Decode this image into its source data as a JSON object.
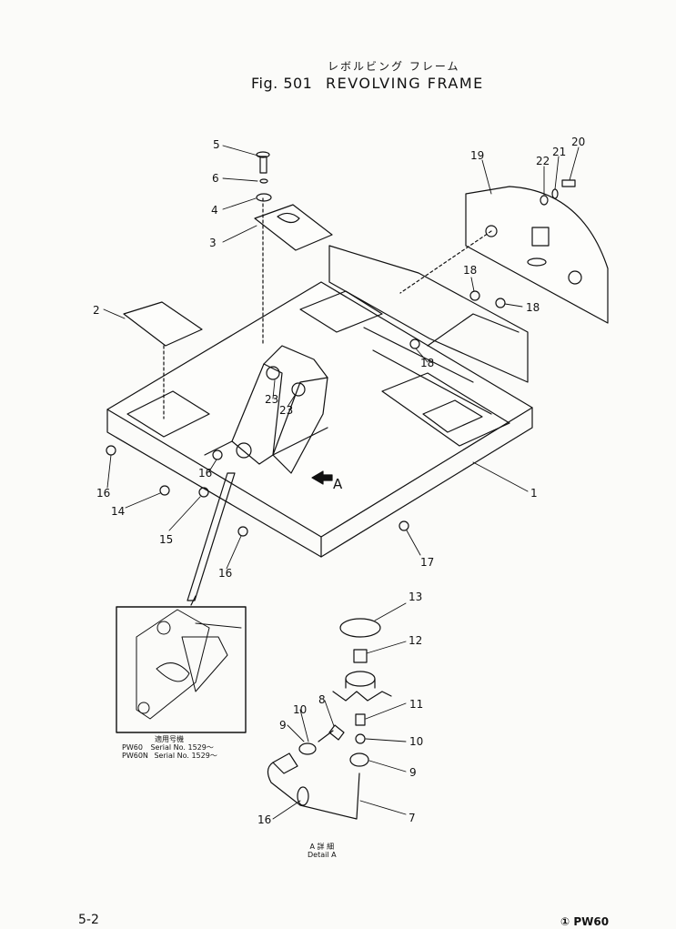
{
  "header": {
    "title_japanese": "レボルビング フレーム",
    "figure_number": "Fig. 501",
    "figure_title": "REVOLVING FRAME"
  },
  "parts_callouts": [
    "1",
    "2",
    "3",
    "4",
    "5",
    "6",
    "7",
    "8",
    "9",
    "9",
    "10",
    "10",
    "11",
    "12",
    "13",
    "14",
    "15",
    "16",
    "16",
    "16",
    "16",
    "17",
    "18",
    "18",
    "18",
    "19",
    "20",
    "21",
    "22",
    "23",
    "23"
  ],
  "section_marker": "A",
  "inset": {
    "caption_japanese": "適用号機",
    "applicability": [
      {
        "model": "PW60",
        "serial": "Serial No. 1529～"
      },
      {
        "model": "PW60N",
        "serial": "Serial No. 1529～"
      }
    ]
  },
  "detail": {
    "caption_japanese": "A 詳 細",
    "caption": "Detail A"
  },
  "footer": {
    "page_number": "5-2",
    "model": "① PW60"
  },
  "colors": {
    "ink": "#111111",
    "paper": "#fbfbf9"
  }
}
